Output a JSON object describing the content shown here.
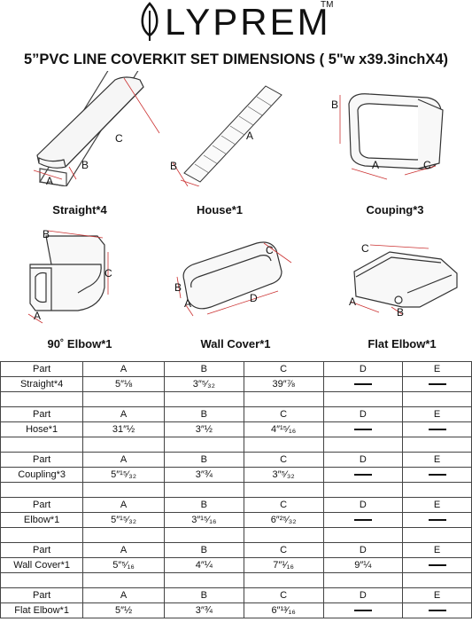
{
  "brand": {
    "name": "LYPREM",
    "tm": "TM"
  },
  "title": "5”PVC LINE COVERKIT SET DIMENSIONS ( 5\"w x39.3inchX4)",
  "figures": [
    {
      "caption": "Straight*4",
      "labels": [
        "A",
        "B",
        "C"
      ]
    },
    {
      "caption": "House*1",
      "labels": [
        "A",
        "B"
      ]
    },
    {
      "caption": "Couping*3",
      "labels": [
        "A",
        "B",
        "C"
      ]
    },
    {
      "caption": "90˚ Elbow*1",
      "labels": [
        "A",
        "B",
        "C"
      ]
    },
    {
      "caption": "Wall Cover*1",
      "labels": [
        "A",
        "B",
        "C",
        "D"
      ]
    },
    {
      "caption": "Flat Elbow*1",
      "labels": [
        "A",
        "B",
        "C"
      ]
    }
  ],
  "table": {
    "headers": [
      "Part",
      "A",
      "B",
      "C",
      "D",
      "E"
    ],
    "rows": [
      {
        "part": "Straight*4",
        "a": "5″⅛",
        "b": "3″⁵⁄₃₂",
        "c": "39″⅞",
        "d": "",
        "e": ""
      },
      {
        "part": "Hose*1",
        "a": "31″½",
        "b": "3″½",
        "c": "4″¹⁵⁄₁₆",
        "d": "",
        "e": ""
      },
      {
        "part": "Coupling*3",
        "a": "5″¹⁵⁄₃₂",
        "b": "3″¾",
        "c": "3″⁵⁄₃₂",
        "d": "",
        "e": ""
      },
      {
        "part": "Elbow*1",
        "a": "5″¹⁵⁄₃₂",
        "b": "3″¹⁵⁄₁₆",
        "c": "6″²⁵⁄₃₂",
        "d": "",
        "e": ""
      },
      {
        "part": "Wall Cover*1",
        "a": "5″⁵⁄₁₆",
        "b": "4″¼",
        "c": "7″¹⁄₁₆",
        "d": "9″¼",
        "e": ""
      },
      {
        "part": "Flat Elbow*1",
        "a": "5″½",
        "b": "3″¾",
        "c": "6″¹³⁄₁₆",
        "d": "",
        "e": ""
      }
    ]
  }
}
